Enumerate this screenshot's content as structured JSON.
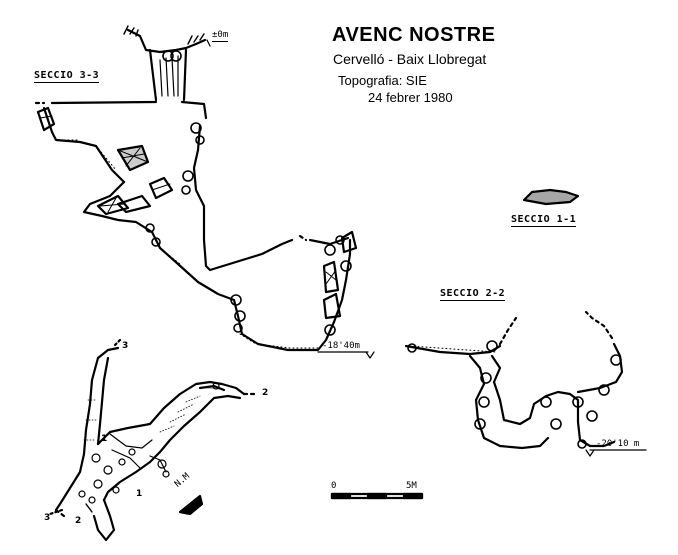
{
  "header": {
    "title": "AVENC NOSTRE",
    "location": "Cervelló - Baix Llobregat",
    "topography": "Topografia: SIE",
    "date": "24 febrer 1980"
  },
  "sections": {
    "s33": "SECCIO 3-3",
    "s11": "SECCIO 1-1",
    "s22": "SECCIO 2-2"
  },
  "depths": {
    "entrance": "±0m",
    "s33_bottom": "-18'40m",
    "s22_bottom": "-20'10 m"
  },
  "scale": {
    "zero": "0",
    "five": "5M"
  },
  "north": "N.M",
  "plan_marks": {
    "one": "1",
    "two": "2",
    "three": "3"
  }
}
